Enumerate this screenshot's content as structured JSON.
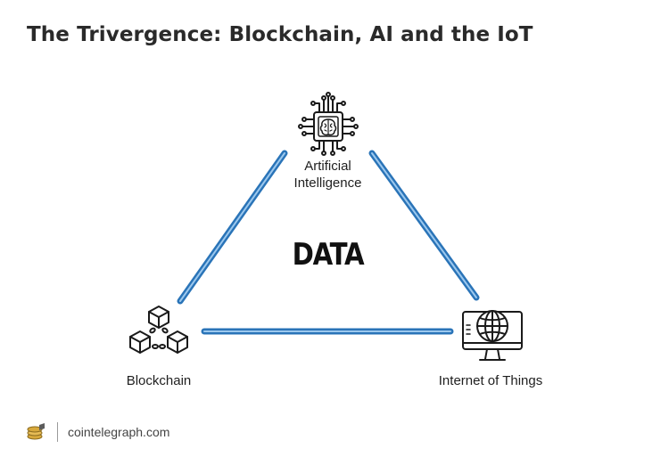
{
  "title": "The Trivergence: Blockchain, AI and the IoT",
  "center_label": "DATA",
  "nodes": {
    "ai": {
      "label_line1": "Artificial",
      "label_line2": "Intelligence",
      "icon": "ai-chip-brain-icon"
    },
    "blockchain": {
      "label": "Blockchain",
      "icon": "blockchain-cubes-icon"
    },
    "iot": {
      "label": "Internet of Things",
      "icon": "monitor-globe-icon"
    }
  },
  "footer": {
    "source": "cointelegraph.com",
    "logo": "cointelegraph-coins-logo"
  },
  "colors": {
    "connector": "#2a74b8",
    "connector_highlight": "#9cc8ee",
    "icon_stroke": "#1a1a1a",
    "title": "#2a2a2a",
    "footer_logo": "#d8a93c"
  }
}
